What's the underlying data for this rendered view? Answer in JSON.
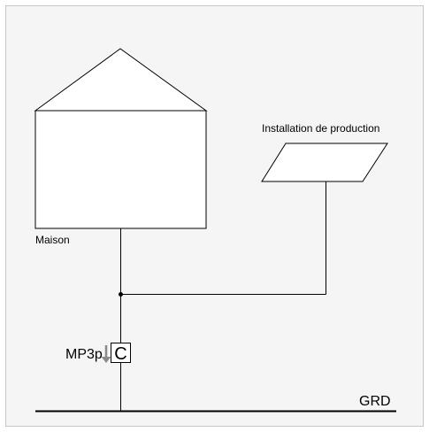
{
  "colors": {
    "background": "#f5f5f5",
    "border": "#c8c8c8",
    "line": "#000000",
    "shape_fill": "#ffffff",
    "arrow": "#8a8a8a"
  },
  "labels": {
    "house": "Maison",
    "production": "Installation de production",
    "meter_point": "MP3p",
    "meter_letter": "C",
    "grid": "GRD"
  },
  "icons": {
    "flow_arrow": "arrow-down-icon"
  }
}
